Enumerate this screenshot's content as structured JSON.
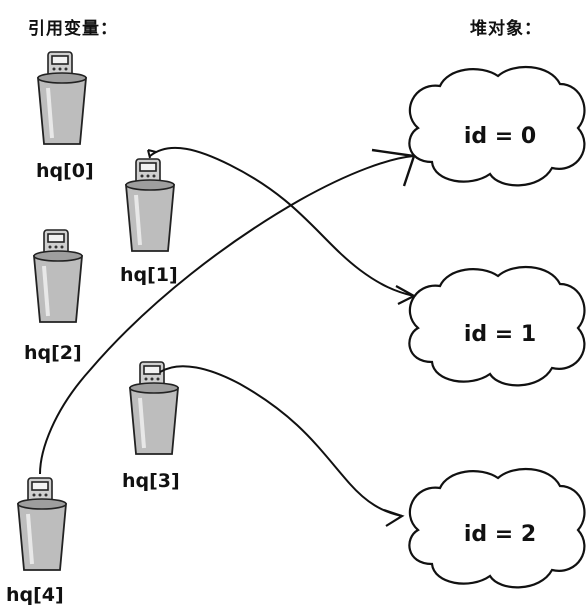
{
  "headings": {
    "reference_variables": "引用变量：",
    "heap_objects": "堆对象："
  },
  "variables": [
    {
      "label": "hq[0]"
    },
    {
      "label": "hq[1]"
    },
    {
      "label": "hq[2]"
    },
    {
      "label": "hq[3]"
    },
    {
      "label": "hq[4]"
    }
  ],
  "objects": [
    {
      "label": "id = 0"
    },
    {
      "label": "id = 1"
    },
    {
      "label": "id = 2"
    }
  ],
  "references": [
    {
      "from": "hq[1]",
      "to": "id = 1"
    },
    {
      "from": "hq[3]",
      "to": "id = 2"
    },
    {
      "from": "hq[4]",
      "to": "id = 0"
    }
  ]
}
